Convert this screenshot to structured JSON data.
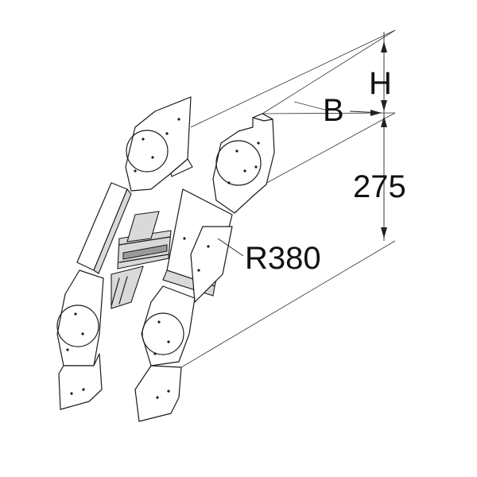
{
  "labels": {
    "height": "H",
    "width": "B",
    "rise": "275",
    "radius": "R380"
  }
}
